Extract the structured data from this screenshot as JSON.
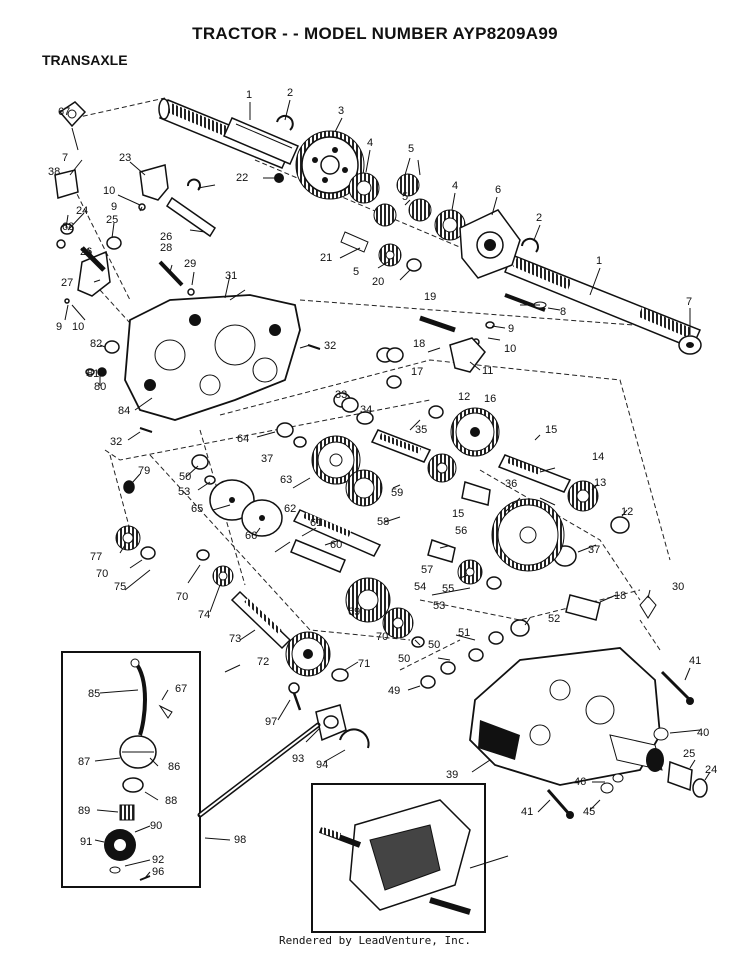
{
  "header": {
    "title": "TRACTOR - - MODEL NUMBER AYP8209A99",
    "subtitle": "TRANSAXLE"
  },
  "footer": {
    "credit": "Rendered by LeadVenture, Inc."
  },
  "parts": [
    {
      "id": "p1a",
      "label": "1"
    },
    {
      "id": "p1b",
      "label": "1"
    },
    {
      "id": "p2a",
      "label": "2"
    },
    {
      "id": "p2b",
      "label": "2"
    },
    {
      "id": "p3",
      "label": "3"
    },
    {
      "id": "p4a",
      "label": "4"
    },
    {
      "id": "p4b",
      "label": "4"
    },
    {
      "id": "p5a",
      "label": "5"
    },
    {
      "id": "p5b",
      "label": "5"
    },
    {
      "id": "p5c",
      "label": "5"
    },
    {
      "id": "p6",
      "label": "6"
    },
    {
      "id": "p7a",
      "label": "7"
    },
    {
      "id": "p7b",
      "label": "7"
    },
    {
      "id": "p8",
      "label": "8"
    },
    {
      "id": "p9a",
      "label": "9"
    },
    {
      "id": "p9b",
      "label": "9"
    },
    {
      "id": "p9c",
      "label": "9"
    },
    {
      "id": "p10a",
      "label": "10"
    },
    {
      "id": "p10b",
      "label": "10"
    },
    {
      "id": "p10c",
      "label": "10"
    },
    {
      "id": "p11",
      "label": "11"
    },
    {
      "id": "p12a",
      "label": "12"
    },
    {
      "id": "p12b",
      "label": "12"
    },
    {
      "id": "p13",
      "label": "13"
    },
    {
      "id": "p14",
      "label": "14"
    },
    {
      "id": "p15a",
      "label": "15"
    },
    {
      "id": "p15b",
      "label": "15"
    },
    {
      "id": "p16",
      "label": "16"
    },
    {
      "id": "p17",
      "label": "17"
    },
    {
      "id": "p18a",
      "label": "18"
    },
    {
      "id": "p18b",
      "label": "18"
    },
    {
      "id": "p19",
      "label": "19"
    },
    {
      "id": "p20",
      "label": "20"
    },
    {
      "id": "p21",
      "label": "21"
    },
    {
      "id": "p22",
      "label": "22"
    },
    {
      "id": "p23",
      "label": "23"
    },
    {
      "id": "p24a",
      "label": "24"
    },
    {
      "id": "p24b",
      "label": "24"
    },
    {
      "id": "p25a",
      "label": "25"
    },
    {
      "id": "p25b",
      "label": "25"
    },
    {
      "id": "p26a",
      "label": "26"
    },
    {
      "id": "p26b",
      "label": "26"
    },
    {
      "id": "p27",
      "label": "27"
    },
    {
      "id": "p28",
      "label": "28"
    },
    {
      "id": "p29",
      "label": "29"
    },
    {
      "id": "p30",
      "label": "30"
    },
    {
      "id": "p31",
      "label": "31"
    },
    {
      "id": "p32a",
      "label": "32"
    },
    {
      "id": "p32b",
      "label": "32"
    },
    {
      "id": "p33",
      "label": "33"
    },
    {
      "id": "p34",
      "label": "34"
    },
    {
      "id": "p35",
      "label": "35"
    },
    {
      "id": "p36",
      "label": "36"
    },
    {
      "id": "p37a",
      "label": "37"
    },
    {
      "id": "p37b",
      "label": "37"
    },
    {
      "id": "p38",
      "label": "38"
    },
    {
      "id": "p39",
      "label": "39"
    },
    {
      "id": "p40",
      "label": "40"
    },
    {
      "id": "p41a",
      "label": "41"
    },
    {
      "id": "p41b",
      "label": "41"
    },
    {
      "id": "p45",
      "label": "45"
    },
    {
      "id": "p46",
      "label": "46"
    },
    {
      "id": "p49",
      "label": "49"
    },
    {
      "id": "p50a",
      "label": "50"
    },
    {
      "id": "p50b",
      "label": "50"
    },
    {
      "id": "p50c",
      "label": "50"
    },
    {
      "id": "p51",
      "label": "51"
    },
    {
      "id": "p52",
      "label": "52"
    },
    {
      "id": "p53a",
      "label": "53"
    },
    {
      "id": "p53b",
      "label": "53"
    },
    {
      "id": "p54",
      "label": "54"
    },
    {
      "id": "p55",
      "label": "55"
    },
    {
      "id": "p56",
      "label": "56"
    },
    {
      "id": "p57",
      "label": "57"
    },
    {
      "id": "p58",
      "label": "58"
    },
    {
      "id": "p59",
      "label": "59"
    },
    {
      "id": "p60",
      "label": "60"
    },
    {
      "id": "p61",
      "label": "61"
    },
    {
      "id": "p62",
      "label": "62"
    },
    {
      "id": "p63",
      "label": "63"
    },
    {
      "id": "p64",
      "label": "64"
    },
    {
      "id": "p65",
      "label": "65"
    },
    {
      "id": "p66",
      "label": "66"
    },
    {
      "id": "p67a",
      "label": "67"
    },
    {
      "id": "p67b",
      "label": "67"
    },
    {
      "id": "p68",
      "label": "68"
    },
    {
      "id": "p69",
      "label": "69"
    },
    {
      "id": "p70a",
      "label": "70"
    },
    {
      "id": "p70b",
      "label": "70"
    },
    {
      "id": "p70c",
      "label": "70"
    },
    {
      "id": "p71",
      "label": "71"
    },
    {
      "id": "p72",
      "label": "72"
    },
    {
      "id": "p73",
      "label": "73"
    },
    {
      "id": "p74",
      "label": "74"
    },
    {
      "id": "p75",
      "label": "75"
    },
    {
      "id": "p77",
      "label": "77"
    },
    {
      "id": "p79",
      "label": "79"
    },
    {
      "id": "p80",
      "label": "80"
    },
    {
      "id": "p81",
      "label": "81"
    },
    {
      "id": "p82",
      "label": "82"
    },
    {
      "id": "p84",
      "label": "84"
    },
    {
      "id": "p85",
      "label": "85"
    },
    {
      "id": "p86",
      "label": "86"
    },
    {
      "id": "p87",
      "label": "87"
    },
    {
      "id": "p88",
      "label": "88"
    },
    {
      "id": "p89",
      "label": "89"
    },
    {
      "id": "p90",
      "label": "90"
    },
    {
      "id": "p91",
      "label": "91"
    },
    {
      "id": "p92",
      "label": "92"
    },
    {
      "id": "p93",
      "label": "93"
    },
    {
      "id": "p94",
      "label": "94"
    },
    {
      "id": "p96",
      "label": "96"
    },
    {
      "id": "p97",
      "label": "97"
    },
    {
      "id": "p98",
      "label": "98"
    }
  ]
}
